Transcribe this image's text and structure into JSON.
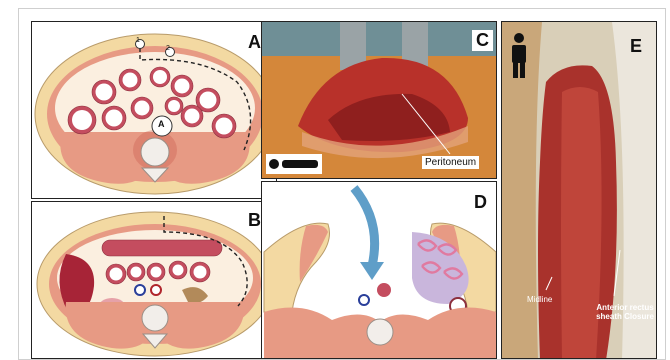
{
  "panels": {
    "a": {
      "letter": "A",
      "markers": [
        "1",
        "2"
      ],
      "organ_label": "A"
    },
    "b": {
      "letter": "B"
    },
    "c": {
      "letter": "C",
      "callout": "Peritoneum"
    },
    "d": {
      "letter": "D"
    },
    "e": {
      "letter": "E",
      "callout_midline": "Midline",
      "callout_sheath": "Anterior rectus sheath Closure"
    }
  },
  "icons": [
    "lying-person-icon",
    "standing-person-icon"
  ],
  "colors": {
    "fat": "#f3d9a2",
    "muscle": "#e79a84",
    "muscle_dark": "#c9584a",
    "bowel_wall": "#c44d5f",
    "bowel_inner": "#ffffff",
    "liver": "#a72437",
    "spine": "#f2eeea",
    "arrow": "#5f9ec8",
    "tissue": "#b8312a"
  }
}
